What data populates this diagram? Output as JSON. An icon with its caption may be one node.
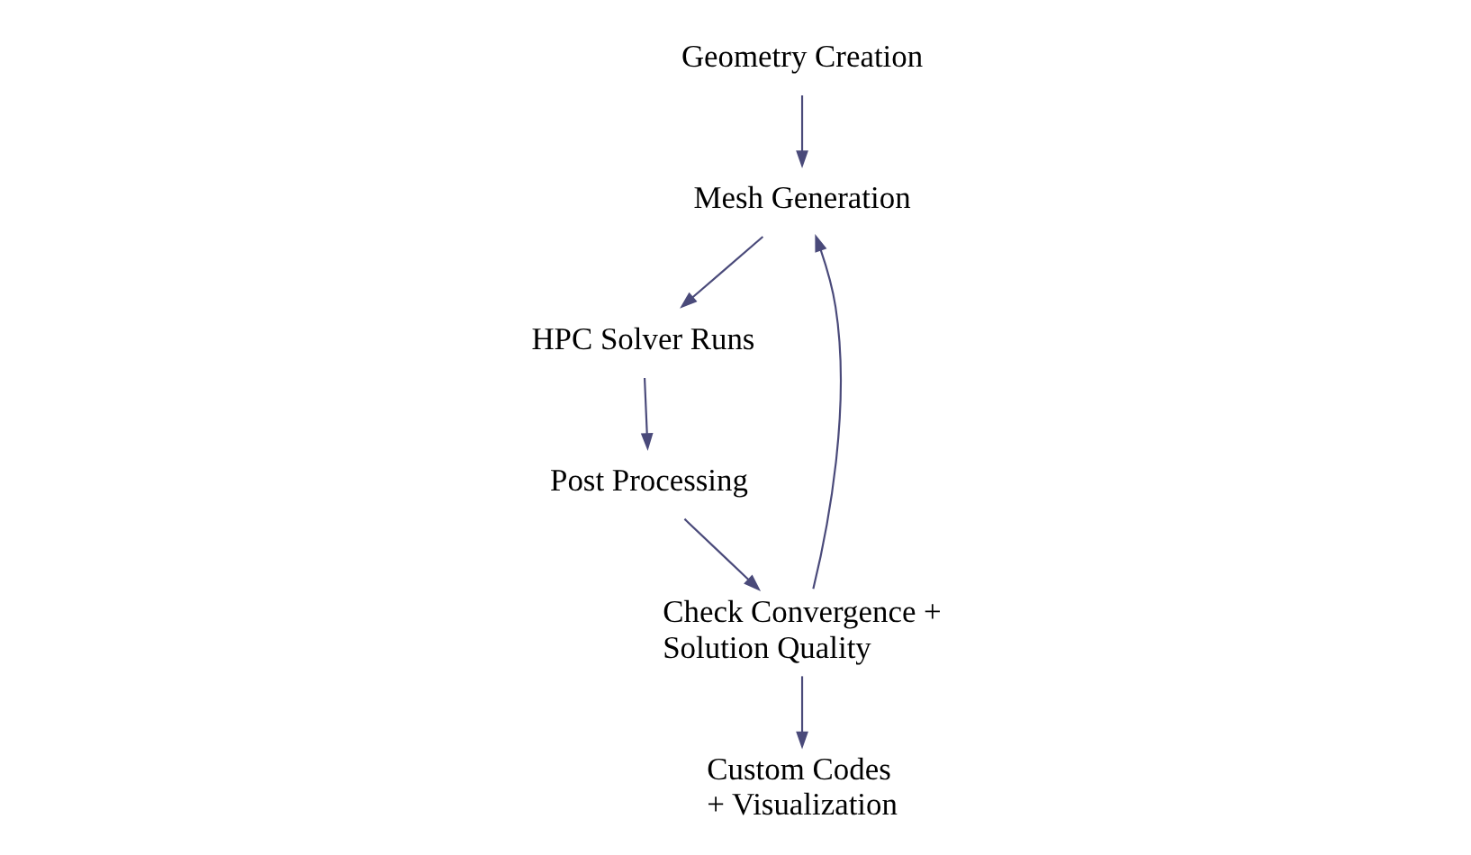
{
  "diagram": {
    "nodes": [
      {
        "text": [
          "Geometry Creation"
        ]
      },
      {
        "text": [
          "Mesh Generation"
        ]
      },
      {
        "text": [
          "HPC Solver Runs"
        ]
      },
      {
        "text": [
          "Check Convergence + Solution Quality"
        ]
      },
      {
        "text": [
          "Post Processing"
        ]
      },
      {
        "text": [
          "Custom Codes + Visualization"
        ]
      }
    ],
    "edges": [
      {
        "from": 0,
        "to": 1,
        "arrow": "to"
      },
      {
        "from": 1,
        "to": 2,
        "arrow": "to"
      },
      {
        "from": 2,
        "to": 4,
        "arrow": "to"
      },
      {
        "from": 4,
        "to": 3,
        "arrow": "to"
      },
      {
        "from": 3,
        "to": 1,
        "arrow": "to"
      },
      {
        "from": 3,
        "to": 5,
        "arrow": "to"
      }
    ]
  }
}
